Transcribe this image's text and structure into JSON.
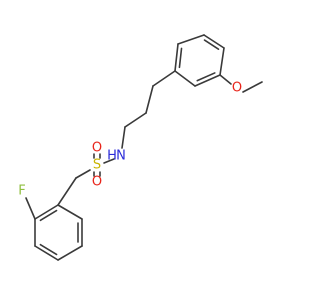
{
  "molecule": {
    "atom_labels": {
      "fluorine": "F",
      "oxygen_methoxy": "O",
      "sulfur": "S",
      "oxygen_sulfonyl_top": "O",
      "oxygen_sulfonyl_bottom": "O",
      "nitrogen": "N",
      "hydrogen_on_n": "H"
    },
    "colors": {
      "bond": "#3a3a3a",
      "fluorine": "#8fbf3f",
      "oxygen": "#e8241a",
      "sulfur": "#c9b400",
      "nitrogen": "#2b2bd9",
      "background": "#ffffff"
    }
  }
}
